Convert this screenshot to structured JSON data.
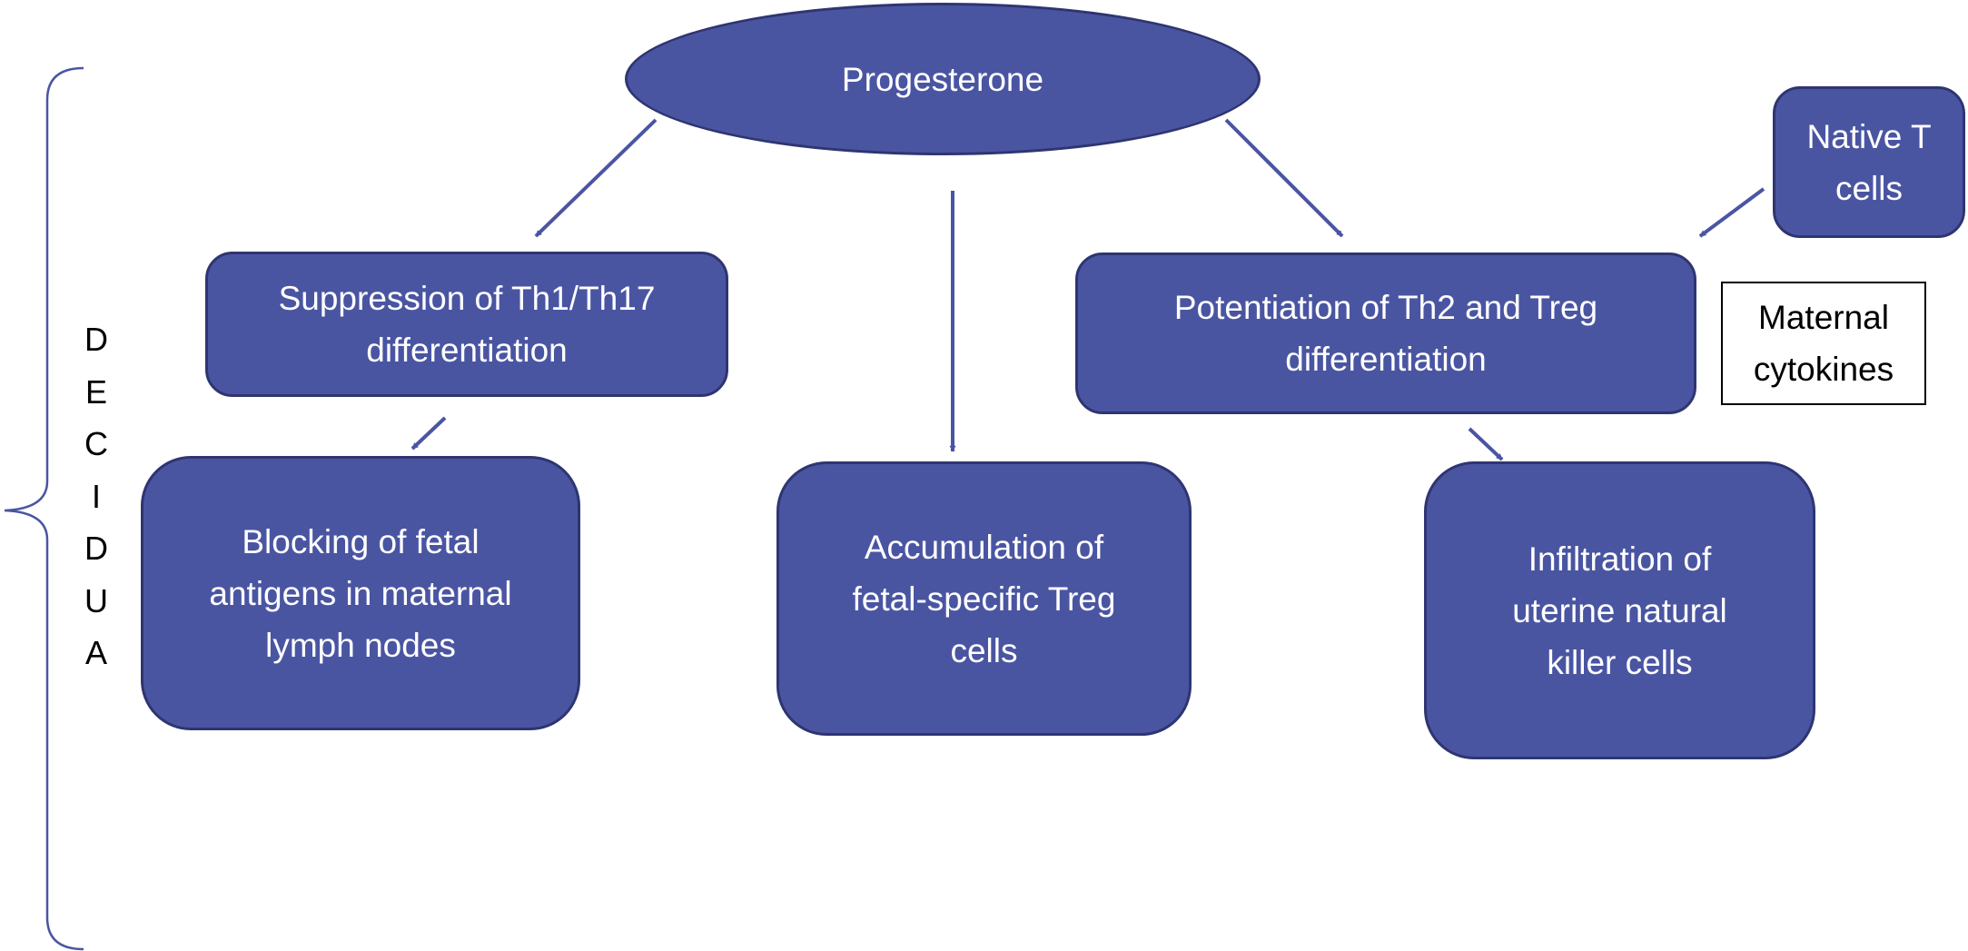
{
  "diagram": {
    "colors": {
      "node_fill": "#4a55a2",
      "node_border": "#2e3570",
      "arrow": "#4a55a2",
      "bracket": "#4a55a2",
      "node_text": "#ffffff",
      "label_text": "#000000"
    },
    "nodes": {
      "progesterone": {
        "lines": [
          "Progesterone"
        ]
      },
      "suppression": {
        "lines": [
          "Suppression of Th1/Th17",
          "differentiation"
        ]
      },
      "potentiation": {
        "lines": [
          "Potentiation of Th2 and Treg",
          "differentiation"
        ]
      },
      "native_t": {
        "lines": [
          "Native T",
          "cells"
        ]
      },
      "maternal_cytokines": {
        "lines": [
          "Maternal",
          "cytokines"
        ]
      },
      "blocking": {
        "lines": [
          "Blocking of fetal",
          "antigens in maternal",
          "lymph nodes"
        ]
      },
      "accumulation": {
        "lines": [
          "Accumulation of",
          "fetal-specific Treg",
          "cells"
        ]
      },
      "infiltration": {
        "lines": [
          "Infiltration of",
          "uterine natural",
          "killer cells"
        ]
      }
    },
    "edges": [
      {
        "from": "progesterone",
        "to": "suppression"
      },
      {
        "from": "progesterone",
        "to": "accumulation"
      },
      {
        "from": "progesterone",
        "to": "potentiation"
      },
      {
        "from": "native_t",
        "to": "potentiation"
      },
      {
        "from": "suppression",
        "to": "blocking"
      },
      {
        "from": "potentiation",
        "to": "infiltration"
      }
    ],
    "side_label": {
      "letters": [
        "D",
        "E",
        "C",
        "I",
        "D",
        "U",
        "A"
      ]
    }
  }
}
